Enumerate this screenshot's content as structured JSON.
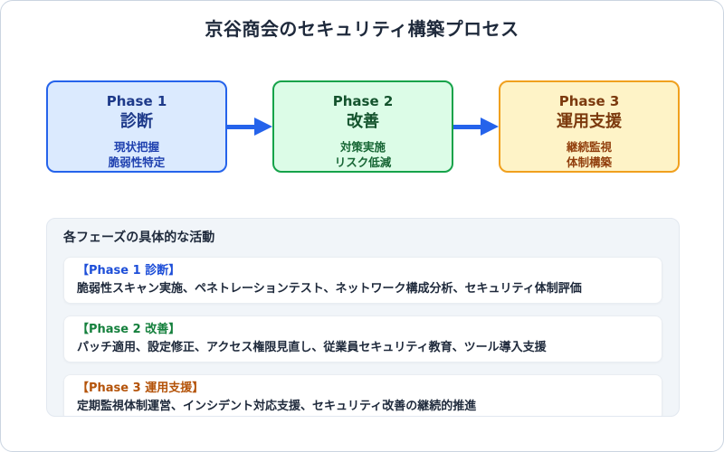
{
  "page": {
    "title": "京谷商会のセキュリティ構築プロセス"
  },
  "colors": {
    "title_text": "#1e293b",
    "arrow": "#2563eb",
    "phase1_bg": "#dbeafe",
    "phase1_border": "#2563eb",
    "phase1_text": "#1e3a8a",
    "phase2_bg": "#dcfce7",
    "phase2_border": "#16a34a",
    "phase2_text": "#14532d",
    "phase3_bg": "#fef3c7",
    "phase3_border": "#f0a01e",
    "phase3_text": "#7c3a0e",
    "panel_bg": "#f1f5f9",
    "label1": "#1d4ed8",
    "label2": "#15803d",
    "label3": "#b45309"
  },
  "phases": [
    {
      "label": "Phase 1",
      "title": "診断",
      "points": [
        "現状把握",
        "脆弱性特定"
      ]
    },
    {
      "label": "Phase 2",
      "title": "改善",
      "points": [
        "対策実施",
        "リスク低減"
      ]
    },
    {
      "label": "Phase 3",
      "title": "運用支援",
      "points": [
        "継続監視",
        "体制構築"
      ]
    }
  ],
  "activities": {
    "heading": "各フェーズの具体的な活動",
    "items": [
      {
        "label": "【Phase 1 診断】",
        "desc": "脆弱性スキャン実施、ペネトレーションテスト、ネットワーク構成分析、セキュリティ体制評価"
      },
      {
        "label": "【Phase 2 改善】",
        "desc": "パッチ適用、設定修正、アクセス権限見直し、従業員セキュリティ教育、ツール導入支援"
      },
      {
        "label": "【Phase 3 運用支援】",
        "desc": "定期監視体制運営、インシデント対応支援、セキュリティ改善の継続的推進"
      }
    ]
  }
}
